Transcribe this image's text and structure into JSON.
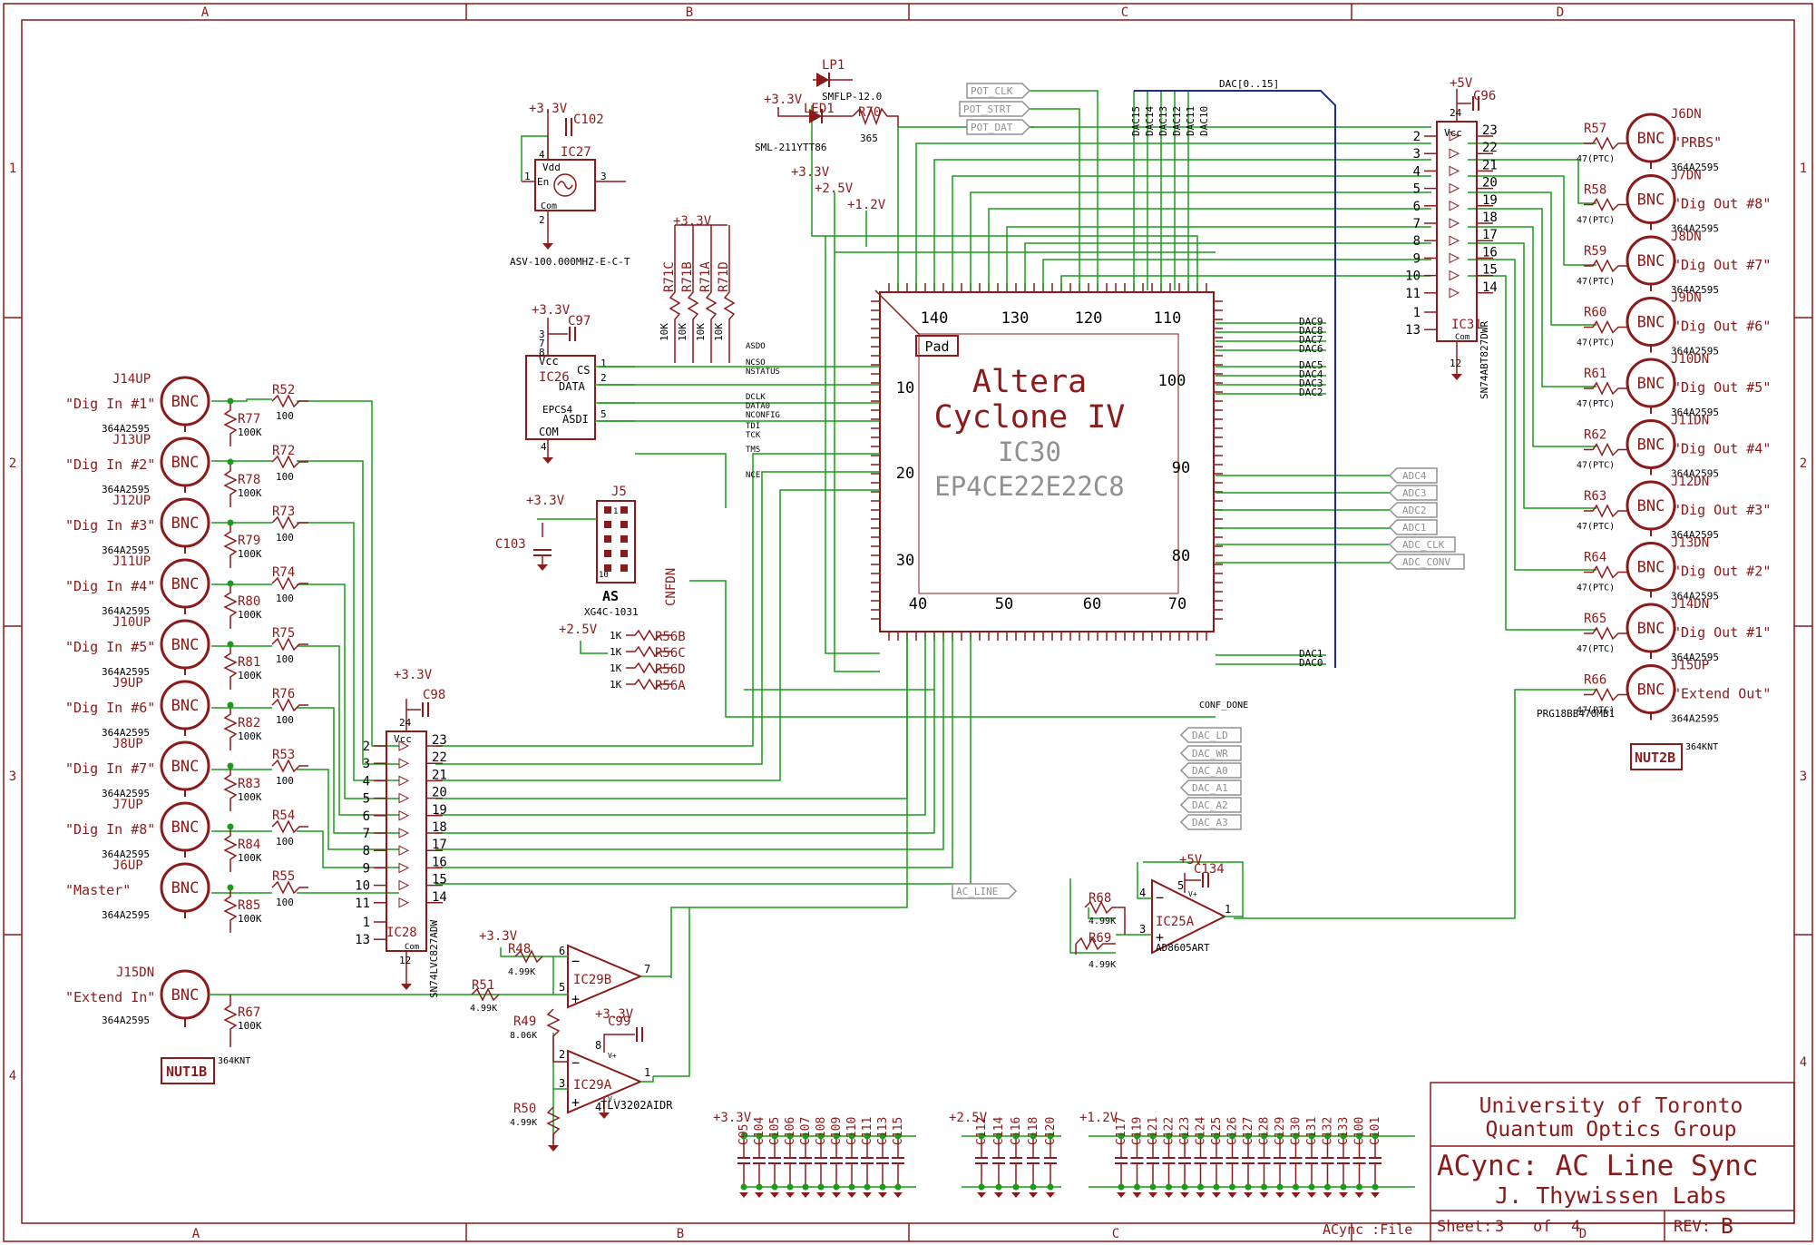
{
  "frame": {
    "columns": [
      "A",
      "B",
      "C",
      "D"
    ],
    "rows": [
      "1",
      "2",
      "3",
      "4"
    ]
  },
  "title_block": {
    "org_line1": "University of Toronto",
    "org_line2": "Quantum Optics Group",
    "project": "ACync: AC Line Sync",
    "lab": "J. Thywissen Labs",
    "sheet_label": "Sheet:",
    "sheet_num": "3",
    "sheet_of": "of",
    "sheet_total": "4",
    "rev_label": "REV:",
    "rev": "B",
    "file": "ACync :File"
  },
  "fpga": {
    "line1": "Altera",
    "line2": "Cyclone IV",
    "ref": "IC30",
    "part": "EP4CE22E22C8",
    "pad": "Pad",
    "pin_numbers": [
      "140",
      "130",
      "120",
      "110",
      "10",
      "100",
      "20",
      "90",
      "30",
      "80",
      "40",
      "50",
      "60",
      "70"
    ]
  },
  "oscillator": {
    "ref": "IC27",
    "cap": "C102",
    "rail": "+3.3V",
    "part": "ASV-100.000MHZ-E-C-T",
    "pin_vdd": "Vdd",
    "pin_en": "En",
    "pin_com": "Com",
    "p4": "4",
    "p1": "1",
    "p3": "3",
    "p2": "2"
  },
  "config_flash": {
    "ref": "IC26",
    "cap": "C97",
    "rail": "+3.3V",
    "part": "EPCS4",
    "pins": [
      "Vcc",
      "CS",
      "DATA",
      "ASDI",
      "COM"
    ],
    "pin_nums": [
      "3",
      "7",
      "8",
      "1",
      "2",
      "5",
      "4"
    ]
  },
  "pullups": {
    "rail": "+3.3V",
    "refs": [
      "R71C",
      "R71B",
      "R71A",
      "R71D"
    ],
    "value": "10K"
  },
  "config_nets": [
    "ASDO",
    "NCSO",
    "NSTATUS",
    "DCLK",
    "DATA0",
    "NCONFIG",
    "TDI",
    "TCK",
    "TMS",
    "NCE"
  ],
  "jtag": {
    "ref": "J5",
    "cap": "C103",
    "rail": "+3.3V",
    "name": "AS",
    "part": "XG4C-1031",
    "pin1": "1",
    "pin10": "10"
  },
  "cnfdn": "CNFDN",
  "res_net_b": {
    "rail": "+2.5V",
    "value": "1K",
    "refs": [
      "R56B",
      "R56C",
      "R56D",
      "R56A"
    ]
  },
  "led_block": {
    "lp_ref": "LP1",
    "lp_part": "SMFLP-12.0",
    "rail": "+3.3V",
    "led_ref": "LED1",
    "led_part": "SML-211YTT86",
    "res_ref": "R70",
    "res_val": "365"
  },
  "rails_top": [
    "+3.3V",
    "+2.5V",
    "+1.2V"
  ],
  "pot_nets": [
    "POT_CLK",
    "POT_STRT",
    "POT_DAT"
  ],
  "dac_bus": {
    "name": "DAC[0..15]",
    "verticals": [
      "DAC15",
      "DAC14",
      "DAC13",
      "DAC12",
      "DAC11",
      "DAC10"
    ]
  },
  "dac_right": [
    "DAC9",
    "DAC8",
    "DAC7",
    "DAC6",
    "DAC5",
    "DAC4",
    "DAC3",
    "DAC2"
  ],
  "dac_low": [
    "DAC1",
    "DAC0"
  ],
  "adc_nets": [
    "ADC4",
    "ADC3",
    "ADC2",
    "ADC1",
    "ADC_CLK",
    "ADC_CONV"
  ],
  "conf_done": "CONF_DONE",
  "dac_ctrl": [
    "DAC_LD",
    "DAC_WR",
    "DAC_A0",
    "DAC_A1",
    "DAC_A2",
    "DAC_A3"
  ],
  "ac_line": "AC_LINE",
  "inputs": [
    {
      "j": "J14UP",
      "label": "\"Dig In #1\"",
      "part": "364A2595",
      "rs": "R52",
      "rsv": "100",
      "rp": "R77",
      "rpv": "100K"
    },
    {
      "j": "J13UP",
      "label": "\"Dig In #2\"",
      "part": "364A2595",
      "rs": "R72",
      "rsv": "100",
      "rp": "R78",
      "rpv": "100K"
    },
    {
      "j": "J12UP",
      "label": "\"Dig In #3\"",
      "part": "364A2595",
      "rs": "R73",
      "rsv": "100",
      "rp": "R79",
      "rpv": "100K"
    },
    {
      "j": "J11UP",
      "label": "\"Dig In #4\"",
      "part": "364A2595",
      "rs": "R74",
      "rsv": "100",
      "rp": "R80",
      "rpv": "100K"
    },
    {
      "j": "J10UP",
      "label": "\"Dig In #5\"",
      "part": "364A2595",
      "rs": "R75",
      "rsv": "100",
      "rp": "R81",
      "rpv": "100K"
    },
    {
      "j": "J9UP",
      "label": "\"Dig In #6\"",
      "part": "364A2595",
      "rs": "R76",
      "rsv": "100",
      "rp": "R82",
      "rpv": "100K"
    },
    {
      "j": "J8UP",
      "label": "\"Dig In #7\"",
      "part": "364A2595",
      "rs": "R53",
      "rsv": "100",
      "rp": "R83",
      "rpv": "100K"
    },
    {
      "j": "J7UP",
      "label": "\"Dig In #8\"",
      "part": "364A2595",
      "rs": "R54",
      "rsv": "100",
      "rp": "R84",
      "rpv": "100K"
    },
    {
      "j": "J6UP",
      "label": "\"Master\"",
      "part": "364A2595",
      "rs": "R55",
      "rsv": "100",
      "rp": "R85",
      "rpv": "100K"
    }
  ],
  "extend_in": {
    "j": "J15DN",
    "label": "\"Extend In\"",
    "part": "364A2595",
    "rp": "R67",
    "rpv": "100K"
  },
  "nut_left": {
    "ref": "NUT1B",
    "part": "364KNT"
  },
  "buffer_in": {
    "ref": "IC28",
    "part": "SN74LVC827ADW",
    "cap": "C98",
    "rail": "+3.3V",
    "vcc": "Vcc",
    "com": "Com",
    "left_pins": [
      "2",
      "3",
      "4",
      "5",
      "6",
      "7",
      "8",
      "9",
      "10",
      "11",
      "1",
      "13"
    ],
    "right_pins": [
      "23",
      "22",
      "21",
      "20",
      "19",
      "18",
      "17",
      "16",
      "15",
      "14"
    ],
    "pin24": "24",
    "pin12": "12"
  },
  "buffer_out": {
    "ref": "IC31",
    "part": "SN74ABT827DWR",
    "cap": "C96",
    "rail": "+5V",
    "vcc": "Vcc",
    "com": "Com",
    "left_pins": [
      "2",
      "3",
      "4",
      "5",
      "6",
      "7",
      "8",
      "9",
      "10",
      "11",
      "1",
      "13"
    ],
    "right_pins": [
      "23",
      "22",
      "21",
      "20",
      "19",
      "18",
      "17",
      "16",
      "15",
      "14"
    ],
    "pin24": "24",
    "pin12": "12"
  },
  "outputs": [
    {
      "r": "R57",
      "rv": "47(PTC)",
      "j": "J6DN",
      "label": "\"PRBS\"",
      "part": "364A2595"
    },
    {
      "r": "R58",
      "rv": "47(PTC)",
      "j": "J7DN",
      "label": "\"Dig Out #8\"",
      "part": "364A2595"
    },
    {
      "r": "R59",
      "rv": "47(PTC)",
      "j": "J8DN",
      "label": "\"Dig Out #7\"",
      "part": "364A2595"
    },
    {
      "r": "R60",
      "rv": "47(PTC)",
      "j": "J9DN",
      "label": "\"Dig Out #6\"",
      "part": "364A2595"
    },
    {
      "r": "R61",
      "rv": "47(PTC)",
      "j": "J10DN",
      "label": "\"Dig Out #5\"",
      "part": "364A2595"
    },
    {
      "r": "R62",
      "rv": "47(PTC)",
      "j": "J11DN",
      "label": "\"Dig Out #4\"",
      "part": "364A2595"
    },
    {
      "r": "R63",
      "rv": "47(PTC)",
      "j": "J12DN",
      "label": "\"Dig Out #3\"",
      "part": "364A2595"
    },
    {
      "r": "R64",
      "rv": "47(PTC)",
      "j": "J13DN",
      "label": "\"Dig Out #2\"",
      "part": "364A2595"
    },
    {
      "r": "R65",
      "rv": "47(PTC)",
      "j": "J14DN",
      "label": "\"Dig Out #1\"",
      "part": "364A2595"
    },
    {
      "r": "R66",
      "rv": "47(PTC)",
      "j": "J15UP",
      "label": "\"Extend Out\"",
      "part": "364A2595"
    }
  ],
  "prg_part": "PRG18BB470MB1",
  "nut_right": {
    "ref": "NUT2B",
    "part": "364KNT"
  },
  "bnc": "BNC",
  "comparator": {
    "rail": "+3.3V",
    "r48": "R48",
    "r48v": "4.99K",
    "r51": "R51",
    "r51v": "4.99K",
    "r49": "R49",
    "r49v": "8.06K",
    "r50": "R50",
    "r50v": "4.99K",
    "icb": "IC29B",
    "ica": "IC29A",
    "part": "TLV3202AIDR",
    "cap": "C99",
    "cap_rail": "+3.3V",
    "pins_b": [
      "6",
      "5",
      "7"
    ],
    "pins_a": [
      "2",
      "3",
      "1",
      "4",
      "8"
    ],
    "vplus": "V+",
    "vminus": "V-"
  },
  "opamp": {
    "rail": "+5V",
    "cap": "C134",
    "ref": "IC25A",
    "part": "AD8605ART",
    "r68": "R68",
    "r68v": "4.99K",
    "r69": "R69",
    "r69v": "4.99K",
    "pins": [
      "4",
      "3",
      "1",
      "5"
    ],
    "vplus": "V+"
  },
  "decoupling": {
    "g1_rail": "+3.3V",
    "g1": [
      "C95",
      "C104",
      "C105",
      "C106",
      "C107",
      "C108",
      "C109",
      "C110",
      "C111",
      "C113",
      "C115"
    ],
    "g2_rail": "+2.5V",
    "g2": [
      "C112",
      "C114",
      "C116",
      "C118",
      "C120"
    ],
    "g3_rail": "+1.2V",
    "g3": [
      "C117",
      "C119",
      "C121",
      "C122",
      "C123",
      "C124",
      "C125",
      "C126",
      "C127",
      "C128",
      "C129",
      "C130",
      "C131",
      "C132",
      "C133",
      "C100",
      "C101"
    ]
  }
}
